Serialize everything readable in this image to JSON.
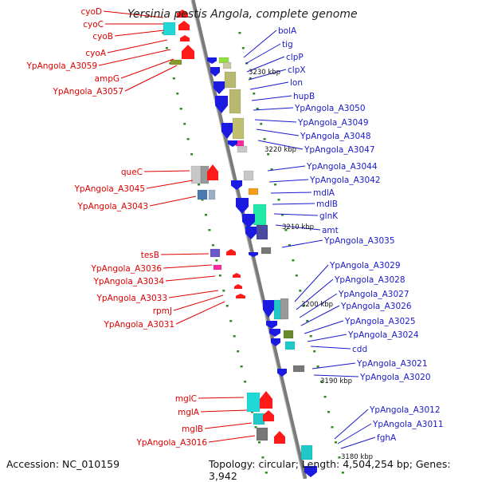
{
  "title": "Yersinia pestis Angola, complete genome",
  "footer": {
    "accession": "Accession: NC_010159",
    "topology": "Topology: circular; Length: 4,504,254 bp; Genes: 3,942"
  },
  "colors": {
    "left_label": "#e00000",
    "right_label": "#1a1acc",
    "backbone": "#888888",
    "tick": "#2e8b22"
  },
  "scale_labels": [
    "3230 kbp",
    "3220 kbp",
    "3210 kbp",
    "3200 kbp",
    "3190 kbp",
    "3180 kbp"
  ],
  "left_labels": [
    "cyoD",
    "cyoC",
    "cyoB",
    "cyoA",
    "YpAngola_A3059",
    "ampG",
    "YpAngola_A3057",
    "queC",
    "YpAngola_A3045",
    "YpAngola_A3043",
    "tesB",
    "YpAngola_A3036",
    "YpAngola_A3034",
    "YpAngola_A3033",
    "rpmJ",
    "YpAngola_A3031",
    "mglC",
    "mglA",
    "mglB",
    "YpAngola_A3016"
  ],
  "right_labels": [
    "bolA",
    "tig",
    "clpP",
    "clpX",
    "lon",
    "hupB",
    "YpAngola_A3050",
    "YpAngola_A3049",
    "YpAngola_A3048",
    "YpAngola_A3047",
    "YpAngola_A3044",
    "YpAngola_A3042",
    "mdlA",
    "mdlB",
    "glnK",
    "amt",
    "YpAngola_A3035",
    "YpAngola_A3029",
    "YpAngola_A3028",
    "YpAngola_A3027",
    "YpAngola_A3026",
    "YpAngola_A3025",
    "YpAngola_A3024",
    "cdd",
    "YpAngola_A3021",
    "YpAngola_A3020",
    "YpAngola_A3012",
    "YpAngola_A3011",
    "fghA"
  ]
}
